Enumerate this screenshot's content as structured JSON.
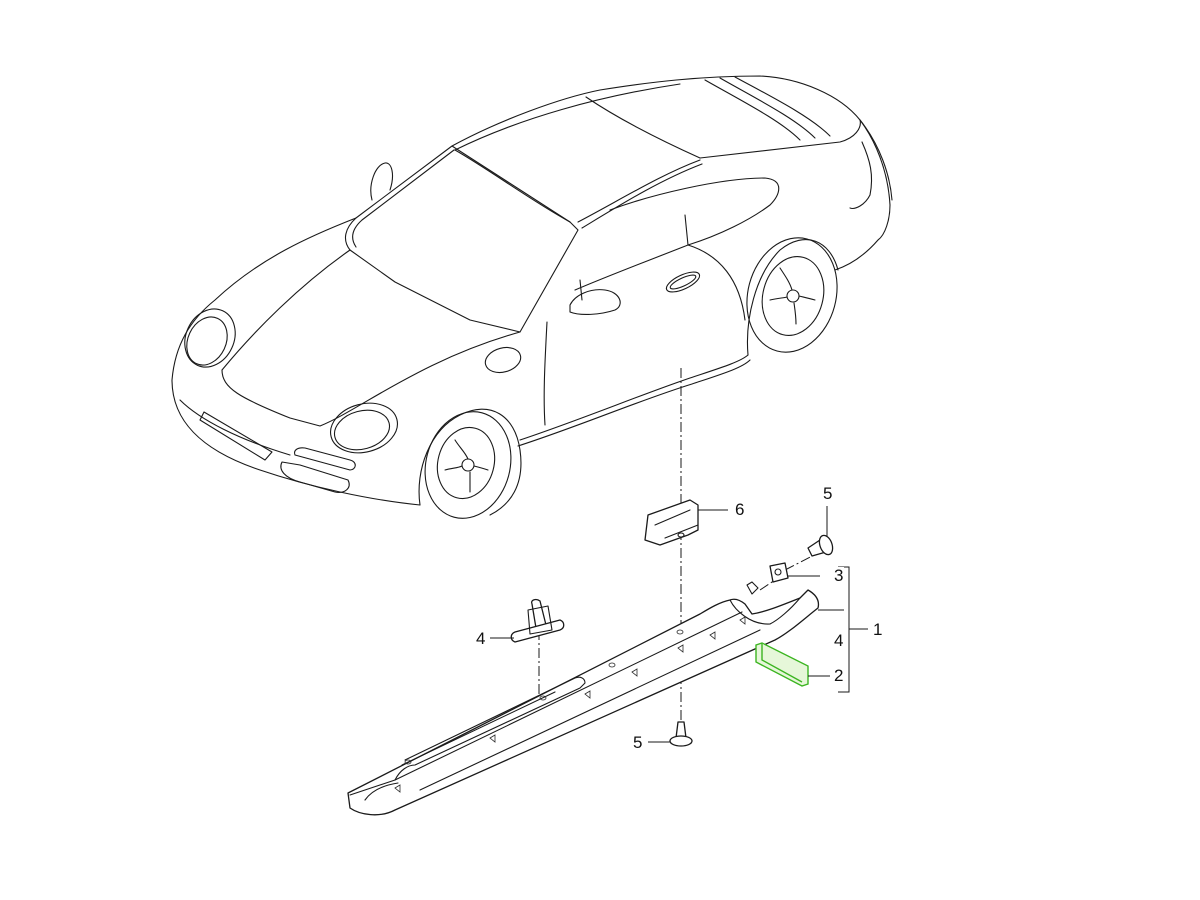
{
  "diagram": {
    "subject": "Coupe sports car body with side sill trim assembly (exploded parts view)",
    "highlight_color": "#3cb521",
    "line_color": "#1a1a1a",
    "background": "#ffffff"
  },
  "callouts": [
    {
      "id": "c6",
      "label": "6",
      "part": "guide-clip"
    },
    {
      "id": "c5a",
      "label": "5",
      "part": "screw-upper"
    },
    {
      "id": "c3",
      "label": "3",
      "part": "retaining-nut"
    },
    {
      "id": "c1",
      "label": "1",
      "part": "side-sill-trim-assembly"
    },
    {
      "id": "c4a",
      "label": "4",
      "part": "bracket-group-marker"
    },
    {
      "id": "c2",
      "label": "2",
      "part": "cover-cap-highlighted"
    },
    {
      "id": "c4b",
      "label": "4",
      "part": "expanding-clip"
    },
    {
      "id": "c5b",
      "label": "5",
      "part": "screw-lower"
    }
  ],
  "labels": {
    "c6": "6",
    "c5a": "5",
    "c3": "3",
    "c1": "1",
    "c4a": "4",
    "c2": "2",
    "c4b": "4",
    "c5b": "5"
  }
}
